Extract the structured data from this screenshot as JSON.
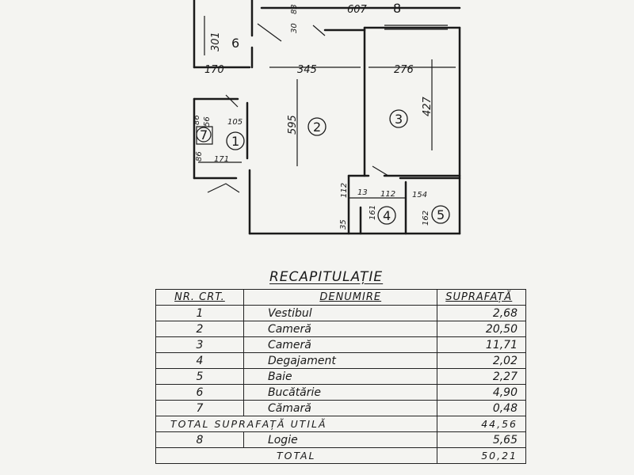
{
  "plan": {
    "dimensions": {
      "kitchen_width": "301",
      "top_center": "607",
      "top_small_1": "83",
      "top_small_2": "30",
      "left_hall": "170",
      "room2_width": "345",
      "room3_width": "276",
      "room2_length": "595",
      "room3_length": "427",
      "pantry_1": "86",
      "pantry_2": "56",
      "vestibule_1": "105",
      "vestibule_2": "171",
      "vestibule_3": "86",
      "hall_1": "112",
      "hall_2": "13",
      "hall_3": "112",
      "bath_1": "154",
      "bath_2": "162",
      "hall_4": "161",
      "bottom_small": "35"
    },
    "room_numbers": {
      "r1": "1",
      "r2": "2",
      "r3": "3",
      "r4": "4",
      "r5": "5",
      "r6": "6",
      "r7": "7",
      "r8": "8"
    }
  },
  "recap": {
    "title": "RECAPITULAȚIE",
    "headers": {
      "nr": "NR. CRT.",
      "name": "DENUMIRE",
      "area": "SUPRAFAȚĂ"
    },
    "rows": [
      {
        "nr": "1",
        "name": "Vestibul",
        "area": "2,68"
      },
      {
        "nr": "2",
        "name": "Cameră",
        "area": "20,50"
      },
      {
        "nr": "3",
        "name": "Cameră",
        "area": "11,71"
      },
      {
        "nr": "4",
        "name": "Degajament",
        "area": "2,02"
      },
      {
        "nr": "5",
        "name": "Baie",
        "area": "2,27"
      },
      {
        "nr": "6",
        "name": "Bucătărie",
        "area": "4,90"
      },
      {
        "nr": "7",
        "name": "Cămară",
        "area": "0,48"
      }
    ],
    "total_useful_label": "TOTAL SUPRAFAȚĂ UTILĂ",
    "total_useful_value": "44,56",
    "loggia": {
      "nr": "8",
      "name": "Logie",
      "area": "5,65"
    },
    "total_label": "TOTAL",
    "total_value": "50,21"
  }
}
